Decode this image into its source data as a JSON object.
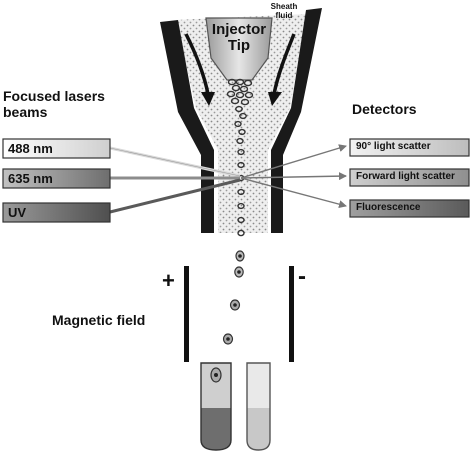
{
  "injector": {
    "title_line1": "Injector",
    "title_line2": "Tip",
    "sheath_line1": "Sheath",
    "sheath_line2": "fluid"
  },
  "lasers": {
    "heading_line1": "Focused lasers",
    "heading_line2": "beams",
    "items": [
      {
        "label": "488 nm",
        "color": "#f2f2f2"
      },
      {
        "label": "635 nm",
        "color": "#8c8c8c"
      },
      {
        "label": "UV",
        "color": "#5f5f5f"
      }
    ]
  },
  "detectors": {
    "heading": "Detectors",
    "items": [
      {
        "label": "90° light scatter",
        "color": "#d8d8d8"
      },
      {
        "label": "Forward light scatter",
        "color": "#ababab"
      },
      {
        "label": "Fluorescence",
        "color": "#6e6e6e"
      }
    ]
  },
  "field": {
    "label": "Magnetic field",
    "plus": "+",
    "minus": "-"
  },
  "colors": {
    "nozzle_wall": "#1a1a1a",
    "stipple_bg": "#e8e8e8",
    "tube_fill_dark": "#6e6e6e",
    "tube_fill_light": "#c8c8c8",
    "tube_top_dark": "#cfcfcf",
    "tube_top_light": "#e9e9e9"
  }
}
